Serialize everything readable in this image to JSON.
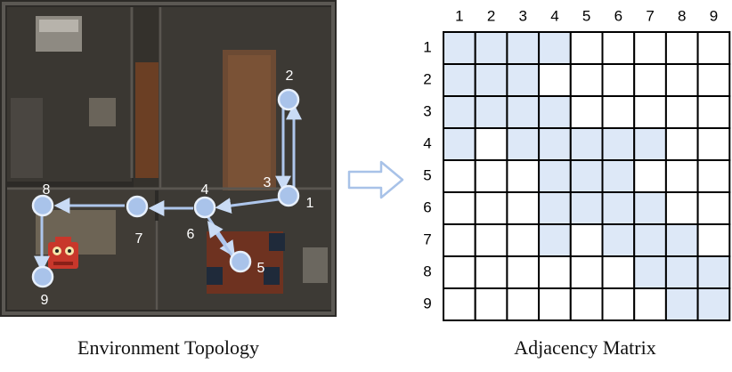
{
  "left_panel": {
    "caption": "Environment Topology",
    "nodes": [
      {
        "id": "1",
        "label": "1"
      },
      {
        "id": "2",
        "label": "2"
      },
      {
        "id": "3",
        "label": "3"
      },
      {
        "id": "4",
        "label": "4"
      },
      {
        "id": "5",
        "label": "5"
      },
      {
        "id": "6",
        "label": "6"
      },
      {
        "id": "7",
        "label": "7"
      },
      {
        "id": "8",
        "label": "8"
      },
      {
        "id": "9",
        "label": "9"
      }
    ],
    "edges": [
      [
        "1",
        "2"
      ],
      [
        "2",
        "1"
      ],
      [
        "1",
        "4"
      ],
      [
        "4",
        "5"
      ],
      [
        "5",
        "4"
      ],
      [
        "4",
        "7"
      ],
      [
        "7",
        "8"
      ],
      [
        "8",
        "9"
      ]
    ]
  },
  "right_panel": {
    "caption": "Adjacency Matrix",
    "col_labels": [
      "1",
      "2",
      "3",
      "4",
      "5",
      "6",
      "7",
      "8",
      "9"
    ],
    "row_labels": [
      "1",
      "2",
      "3",
      "4",
      "5",
      "6",
      "7",
      "8",
      "9"
    ],
    "matrix": [
      [
        1,
        1,
        1,
        1,
        0,
        0,
        0,
        0,
        0
      ],
      [
        1,
        1,
        1,
        0,
        0,
        0,
        0,
        0,
        0
      ],
      [
        1,
        1,
        1,
        1,
        0,
        0,
        0,
        0,
        0
      ],
      [
        1,
        0,
        1,
        1,
        1,
        1,
        1,
        0,
        0
      ],
      [
        0,
        0,
        0,
        1,
        1,
        1,
        0,
        0,
        0
      ],
      [
        0,
        0,
        0,
        1,
        1,
        1,
        1,
        0,
        0
      ],
      [
        0,
        0,
        0,
        1,
        0,
        1,
        1,
        1,
        0
      ],
      [
        0,
        0,
        0,
        0,
        0,
        0,
        1,
        1,
        1
      ],
      [
        0,
        0,
        0,
        0,
        0,
        0,
        0,
        1,
        1
      ]
    ],
    "colors": {
      "filled": "#dde8f7",
      "empty": "#ffffff",
      "grid": "#000000"
    }
  },
  "colors": {
    "node": "#a9c3ea",
    "edge": "#aec6ec",
    "arrow": "#a8c2e8"
  }
}
